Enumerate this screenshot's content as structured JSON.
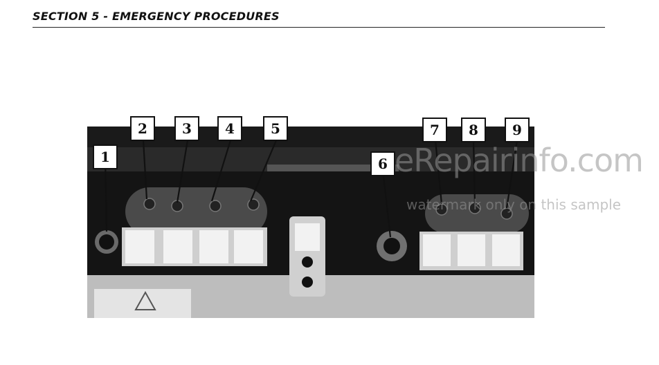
{
  "header": {
    "section_title": "SECTION 5 - EMERGENCY PROCEDURES"
  },
  "figure": {
    "callouts": [
      "1",
      "2",
      "3",
      "4",
      "5",
      "6",
      "7",
      "8",
      "9"
    ]
  },
  "watermark": {
    "main": "eRepairinfo.com",
    "sub": "watermark only on this sample"
  }
}
